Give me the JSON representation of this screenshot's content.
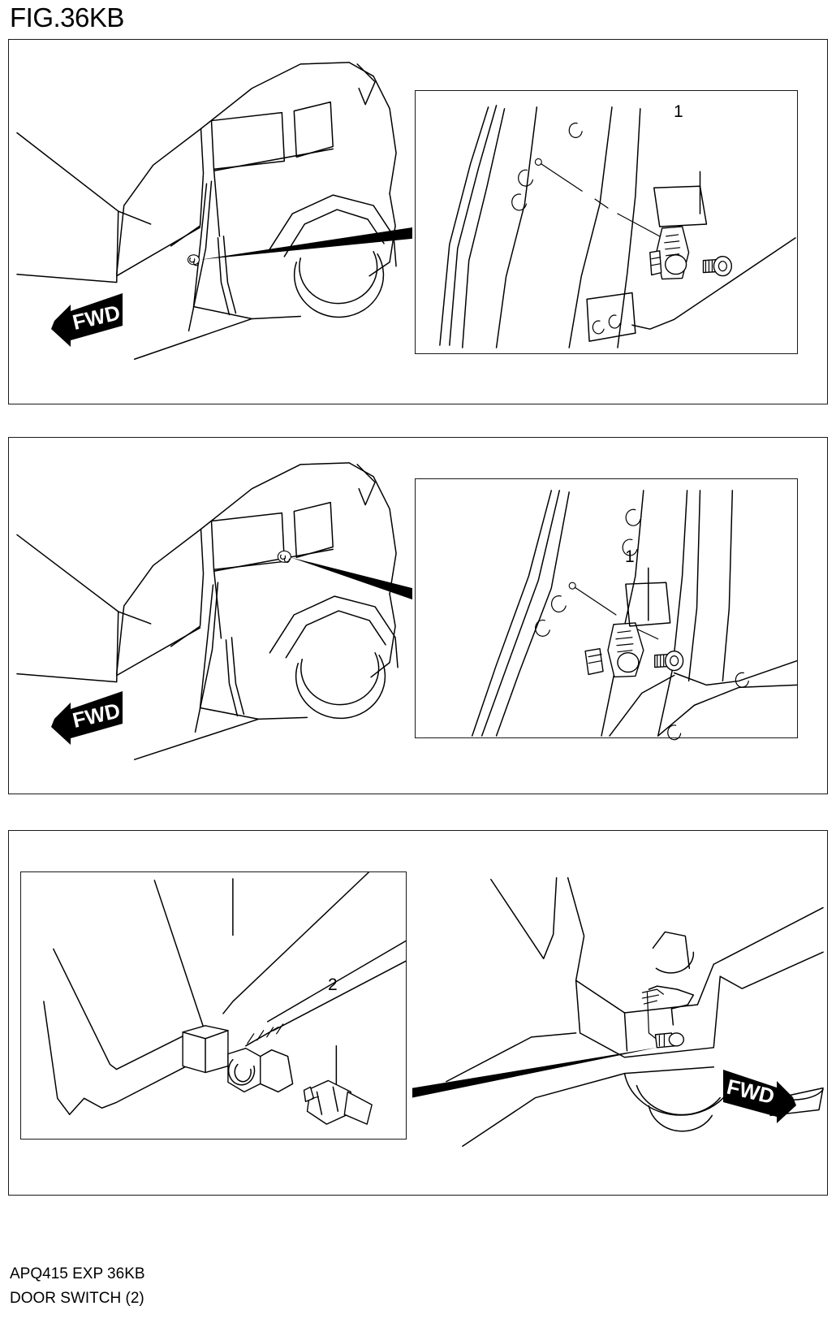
{
  "document": {
    "figure_title": "FIG.36KB",
    "footer_code": "APQ415 EXP 36KB",
    "footer_name": "DOOR SWITCH (2)"
  },
  "panels": [
    {
      "id": "panel-1",
      "vehicle_view": "side view of car rear door area",
      "direction_marker": "FWD",
      "callouts": [
        {
          "ref": "1",
          "part": "door switch"
        }
      ]
    },
    {
      "id": "panel-2",
      "vehicle_view": "side view of car rear door area",
      "direction_marker": "FWD",
      "callouts": [
        {
          "ref": "1",
          "part": "door switch"
        }
      ]
    },
    {
      "id": "panel-3",
      "vehicle_view": "rear hatch / tail gate area",
      "direction_marker": "FWD",
      "callouts": [
        {
          "ref": "2",
          "part": "back door switch"
        }
      ]
    }
  ],
  "labels": {
    "ref_1": "1",
    "ref_2": "2",
    "fwd": "FWD"
  },
  "colors": {
    "line": "#000000",
    "background": "#ffffff",
    "border": "#1a1a1a"
  }
}
